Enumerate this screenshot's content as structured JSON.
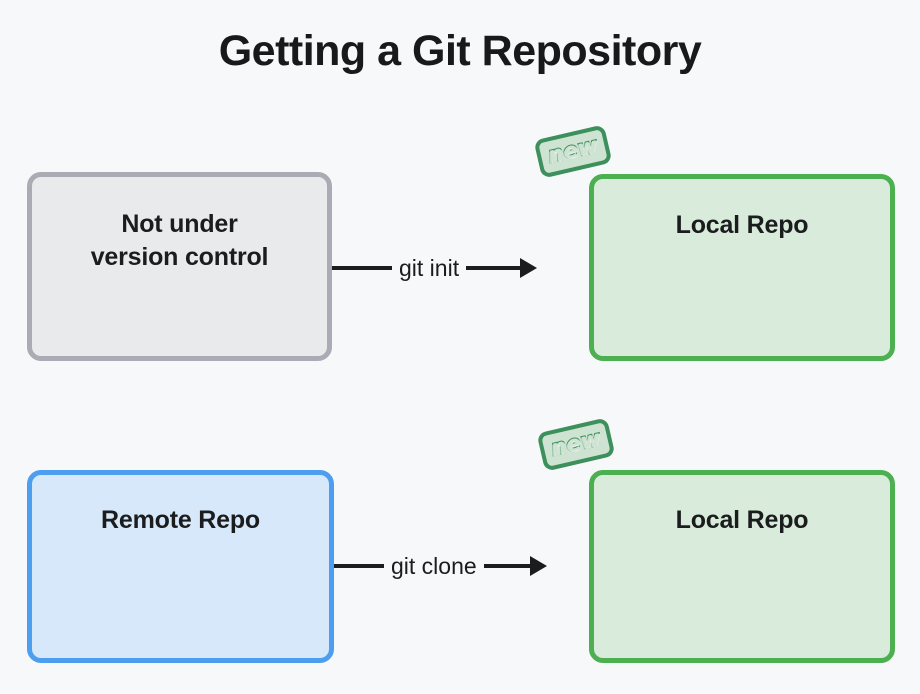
{
  "title": "Getting a Git Repository",
  "theme": {
    "background": "#f7f8fa",
    "text": "#1b1c1e",
    "gray_fill": "#e9eaec",
    "gray_border": "#a9acb4",
    "green_fill": "#d9ecdb",
    "green_border": "#4caf50",
    "blue_fill": "#d7e8fa",
    "blue_border": "#4d9ef0",
    "badge_fill": "#cfe3d2",
    "badge_border": "#3d8f5c",
    "arrow": "#1b1c1e"
  },
  "diagram": {
    "rows": [
      {
        "id": "init-flow",
        "source": {
          "label": "Not under\nversion control",
          "kind": "gray-box"
        },
        "arrow": {
          "label": "git init",
          "direction": "right"
        },
        "target": {
          "label": "Local Repo",
          "kind": "green-box",
          "badge": "new"
        }
      },
      {
        "id": "clone-flow",
        "source": {
          "label": "Remote Repo",
          "kind": "blue-box"
        },
        "arrow": {
          "label": "git clone",
          "direction": "right"
        },
        "target": {
          "label": "Local Repo",
          "kind": "green-box",
          "badge": "new"
        }
      }
    ]
  },
  "badges": {
    "new_label": "new"
  }
}
